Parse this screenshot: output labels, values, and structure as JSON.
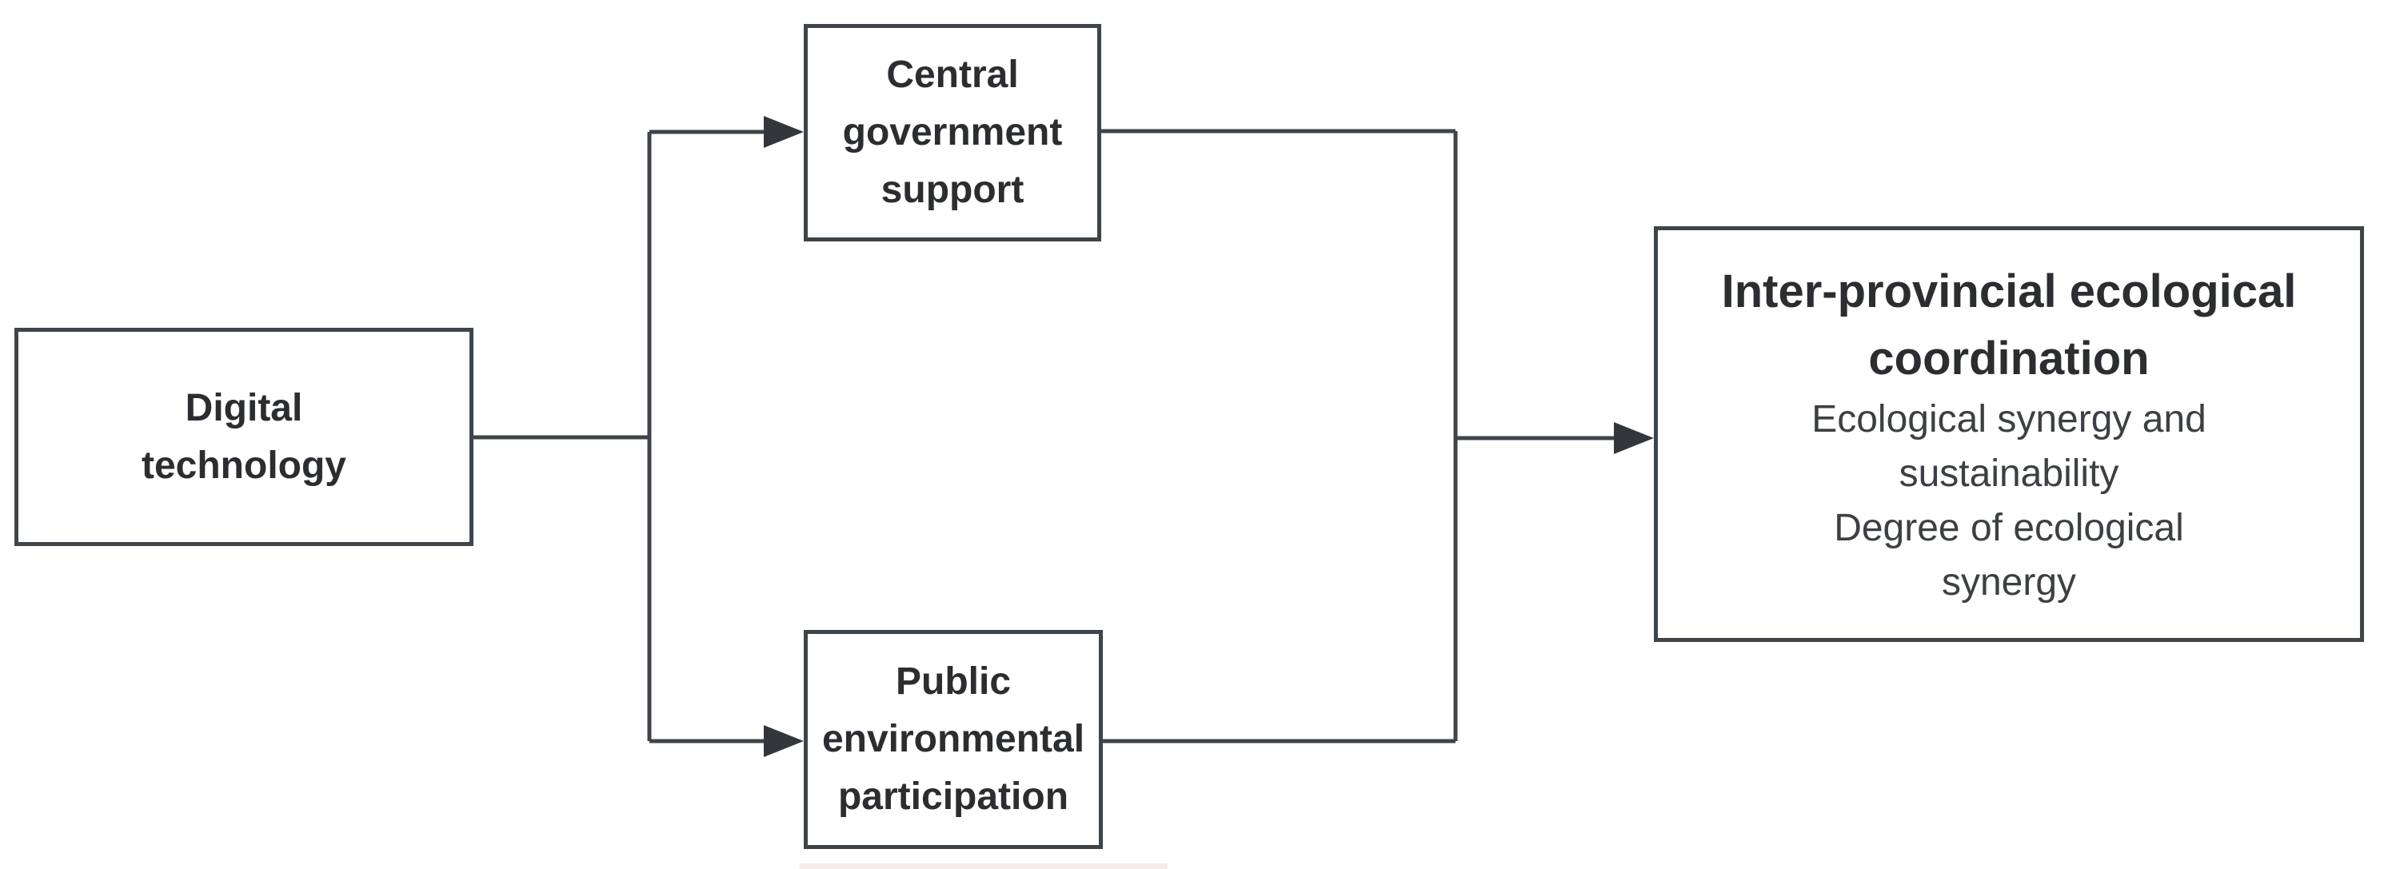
{
  "diagram": {
    "background_color": "#ffffff",
    "line_color": "#3f444a",
    "box_border_color": "#3f444a",
    "label_text_color": "#2b2d31",
    "detail_text_color": "#3c3f44",
    "nodes": {
      "digital_technology": {
        "lines": [
          "Digital",
          "technology"
        ]
      },
      "central_government_support": {
        "lines": [
          "Central",
          "government",
          "support"
        ]
      },
      "public_environmental_participation": {
        "lines": [
          "Public",
          "environmental",
          "participation"
        ]
      },
      "inter_provincial_ecological_coordination": {
        "title_lines": [
          "Inter-provincial ecological",
          "coordination"
        ],
        "detail_lines": [
          "Ecological synergy and",
          "sustainability",
          "Degree of ecological",
          "synergy"
        ]
      }
    }
  }
}
